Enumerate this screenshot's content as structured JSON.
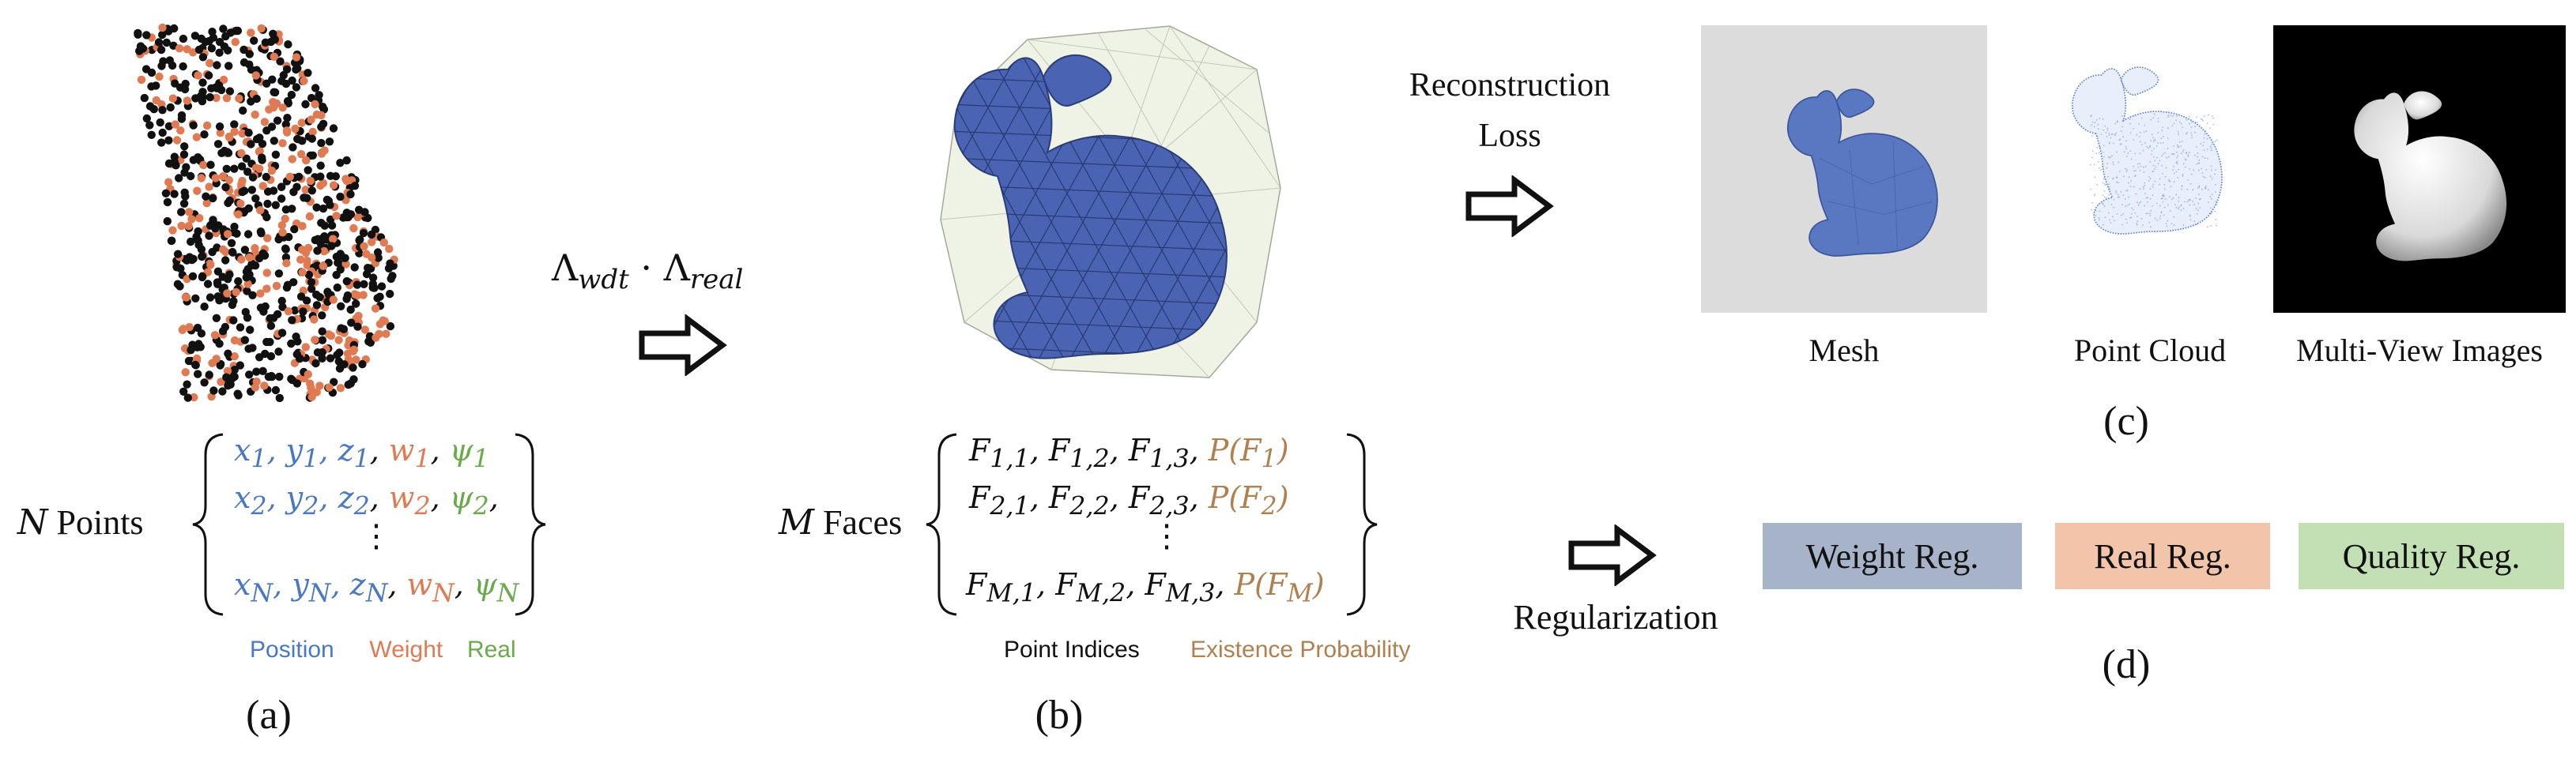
{
  "a": {
    "prefix_italic": "N",
    "prefix_text": "Points",
    "rows": [
      {
        "x": "x",
        "xs": "1",
        "y": "y",
        "ys": "1",
        "z": "z",
        "zs": "1",
        "w": "w",
        "ws": "1",
        "p": "ψ",
        "ps": "1",
        "tail": ""
      },
      {
        "x": "x",
        "xs": "2",
        "y": "y",
        "ys": "2",
        "z": "z",
        "zs": "2",
        "w": "w",
        "ws": "2",
        "p": "ψ",
        "ps": "2",
        "tail": ","
      },
      {
        "x": "x",
        "xs": "N",
        "y": "y",
        "ys": "N",
        "z": "z",
        "zs": "N",
        "w": "w",
        "ws": "N",
        "p": "ψ",
        "ps": "N",
        "tail": ""
      }
    ],
    "vdots": "⋮",
    "legend": {
      "position": "Position",
      "weight": "Weight",
      "real": "Real"
    },
    "label": "(a)"
  },
  "arrow_label": {
    "lambda": "Λ",
    "sub1": "wdt",
    "dot": "·",
    "sub2": "real"
  },
  "b": {
    "prefix_italic": "M",
    "prefix_text": "Faces",
    "rows": [
      {
        "f": "F",
        "i": "1",
        "p": "P(F",
        "ps": "1"
      },
      {
        "f": "F",
        "i": "2",
        "p": "P(F",
        "ps": "2"
      },
      {
        "f": "F",
        "i": "M",
        "p": "P(F",
        "ps": "M"
      }
    ],
    "vdots": "⋮",
    "legend": {
      "indices": "Point Indices",
      "prob": "Existence Probability"
    },
    "label": "(b)"
  },
  "c": {
    "loss_line1": "Reconstruction",
    "loss_line2": "Loss",
    "items": [
      "Mesh",
      "Point Cloud",
      "Multi-View Images"
    ],
    "label": "(c)"
  },
  "d": {
    "title": "Regularization",
    "boxes": [
      {
        "label": "Weight Reg.",
        "color": "#a7b3c9"
      },
      {
        "label": "Real Reg.",
        "color": "#f2c4aa"
      },
      {
        "label": "Quality Reg.",
        "color": "#c3e0b4"
      }
    ],
    "label": "(d)"
  },
  "colors": {
    "position": "#4a78c2",
    "weight": "#e07a52",
    "real": "#6aaa4a",
    "prob": "#b08050",
    "mesh_blue": "#4a63b2"
  }
}
